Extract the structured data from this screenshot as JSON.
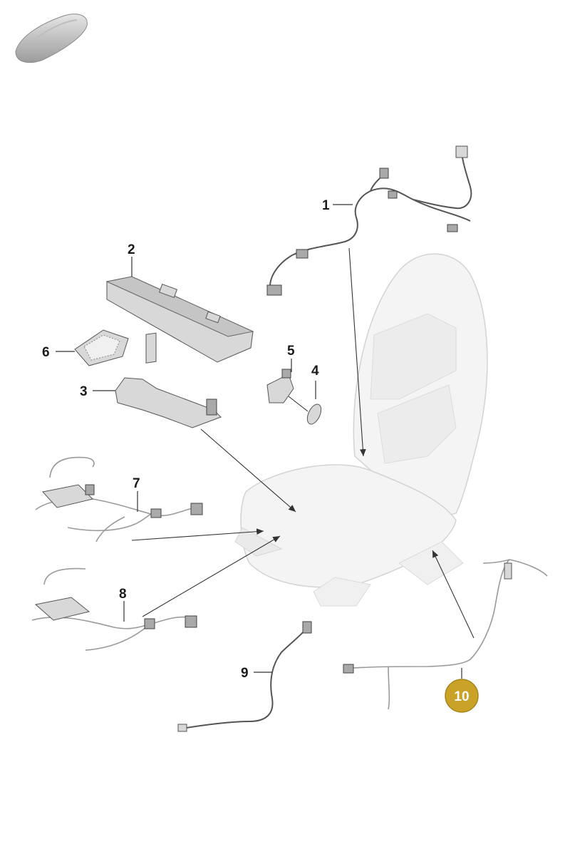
{
  "diagram": {
    "highlight_color": "#c9a227",
    "vehicle_icon": "car-silhouette-icon",
    "callouts": [
      {
        "id": "1",
        "label": "1"
      },
      {
        "id": "2",
        "label": "2"
      },
      {
        "id": "3",
        "label": "3"
      },
      {
        "id": "4",
        "label": "4"
      },
      {
        "id": "5",
        "label": "5"
      },
      {
        "id": "6",
        "label": "6"
      },
      {
        "id": "7",
        "label": "7"
      },
      {
        "id": "8",
        "label": "8"
      },
      {
        "id": "9",
        "label": "9"
      },
      {
        "id": "10",
        "label": "10",
        "highlighted": true
      }
    ]
  }
}
